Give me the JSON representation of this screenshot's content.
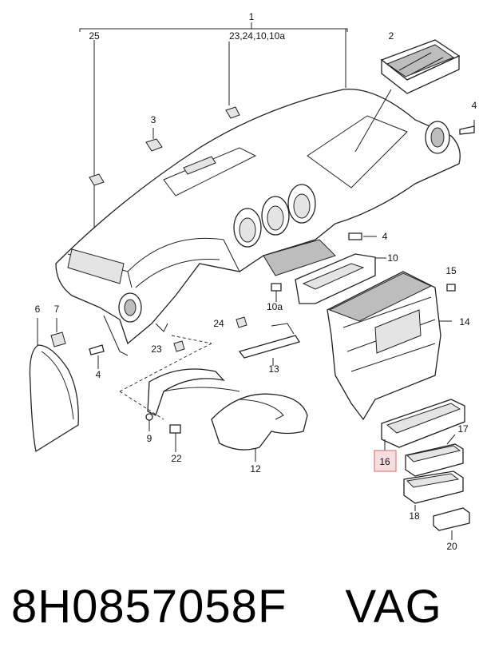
{
  "callouts": {
    "c1": "1",
    "c25": "25",
    "c23group": "23,24,10,10a",
    "c2": "2",
    "c3": "3",
    "c4a": "4",
    "c4b": "4",
    "c4c": "4",
    "c10": "10",
    "c10a": "10a",
    "c15": "15",
    "c14": "14",
    "c6": "6",
    "c7": "7",
    "c24": "24",
    "c23": "23",
    "c13": "13",
    "c9": "9",
    "c22": "22",
    "c12": "12",
    "c16": "16",
    "c17": "17",
    "c18": "18",
    "c20": "20"
  },
  "footer": {
    "part_number": "8H0857058F",
    "brand": "VAG"
  },
  "highlight_color": "#f6dede"
}
